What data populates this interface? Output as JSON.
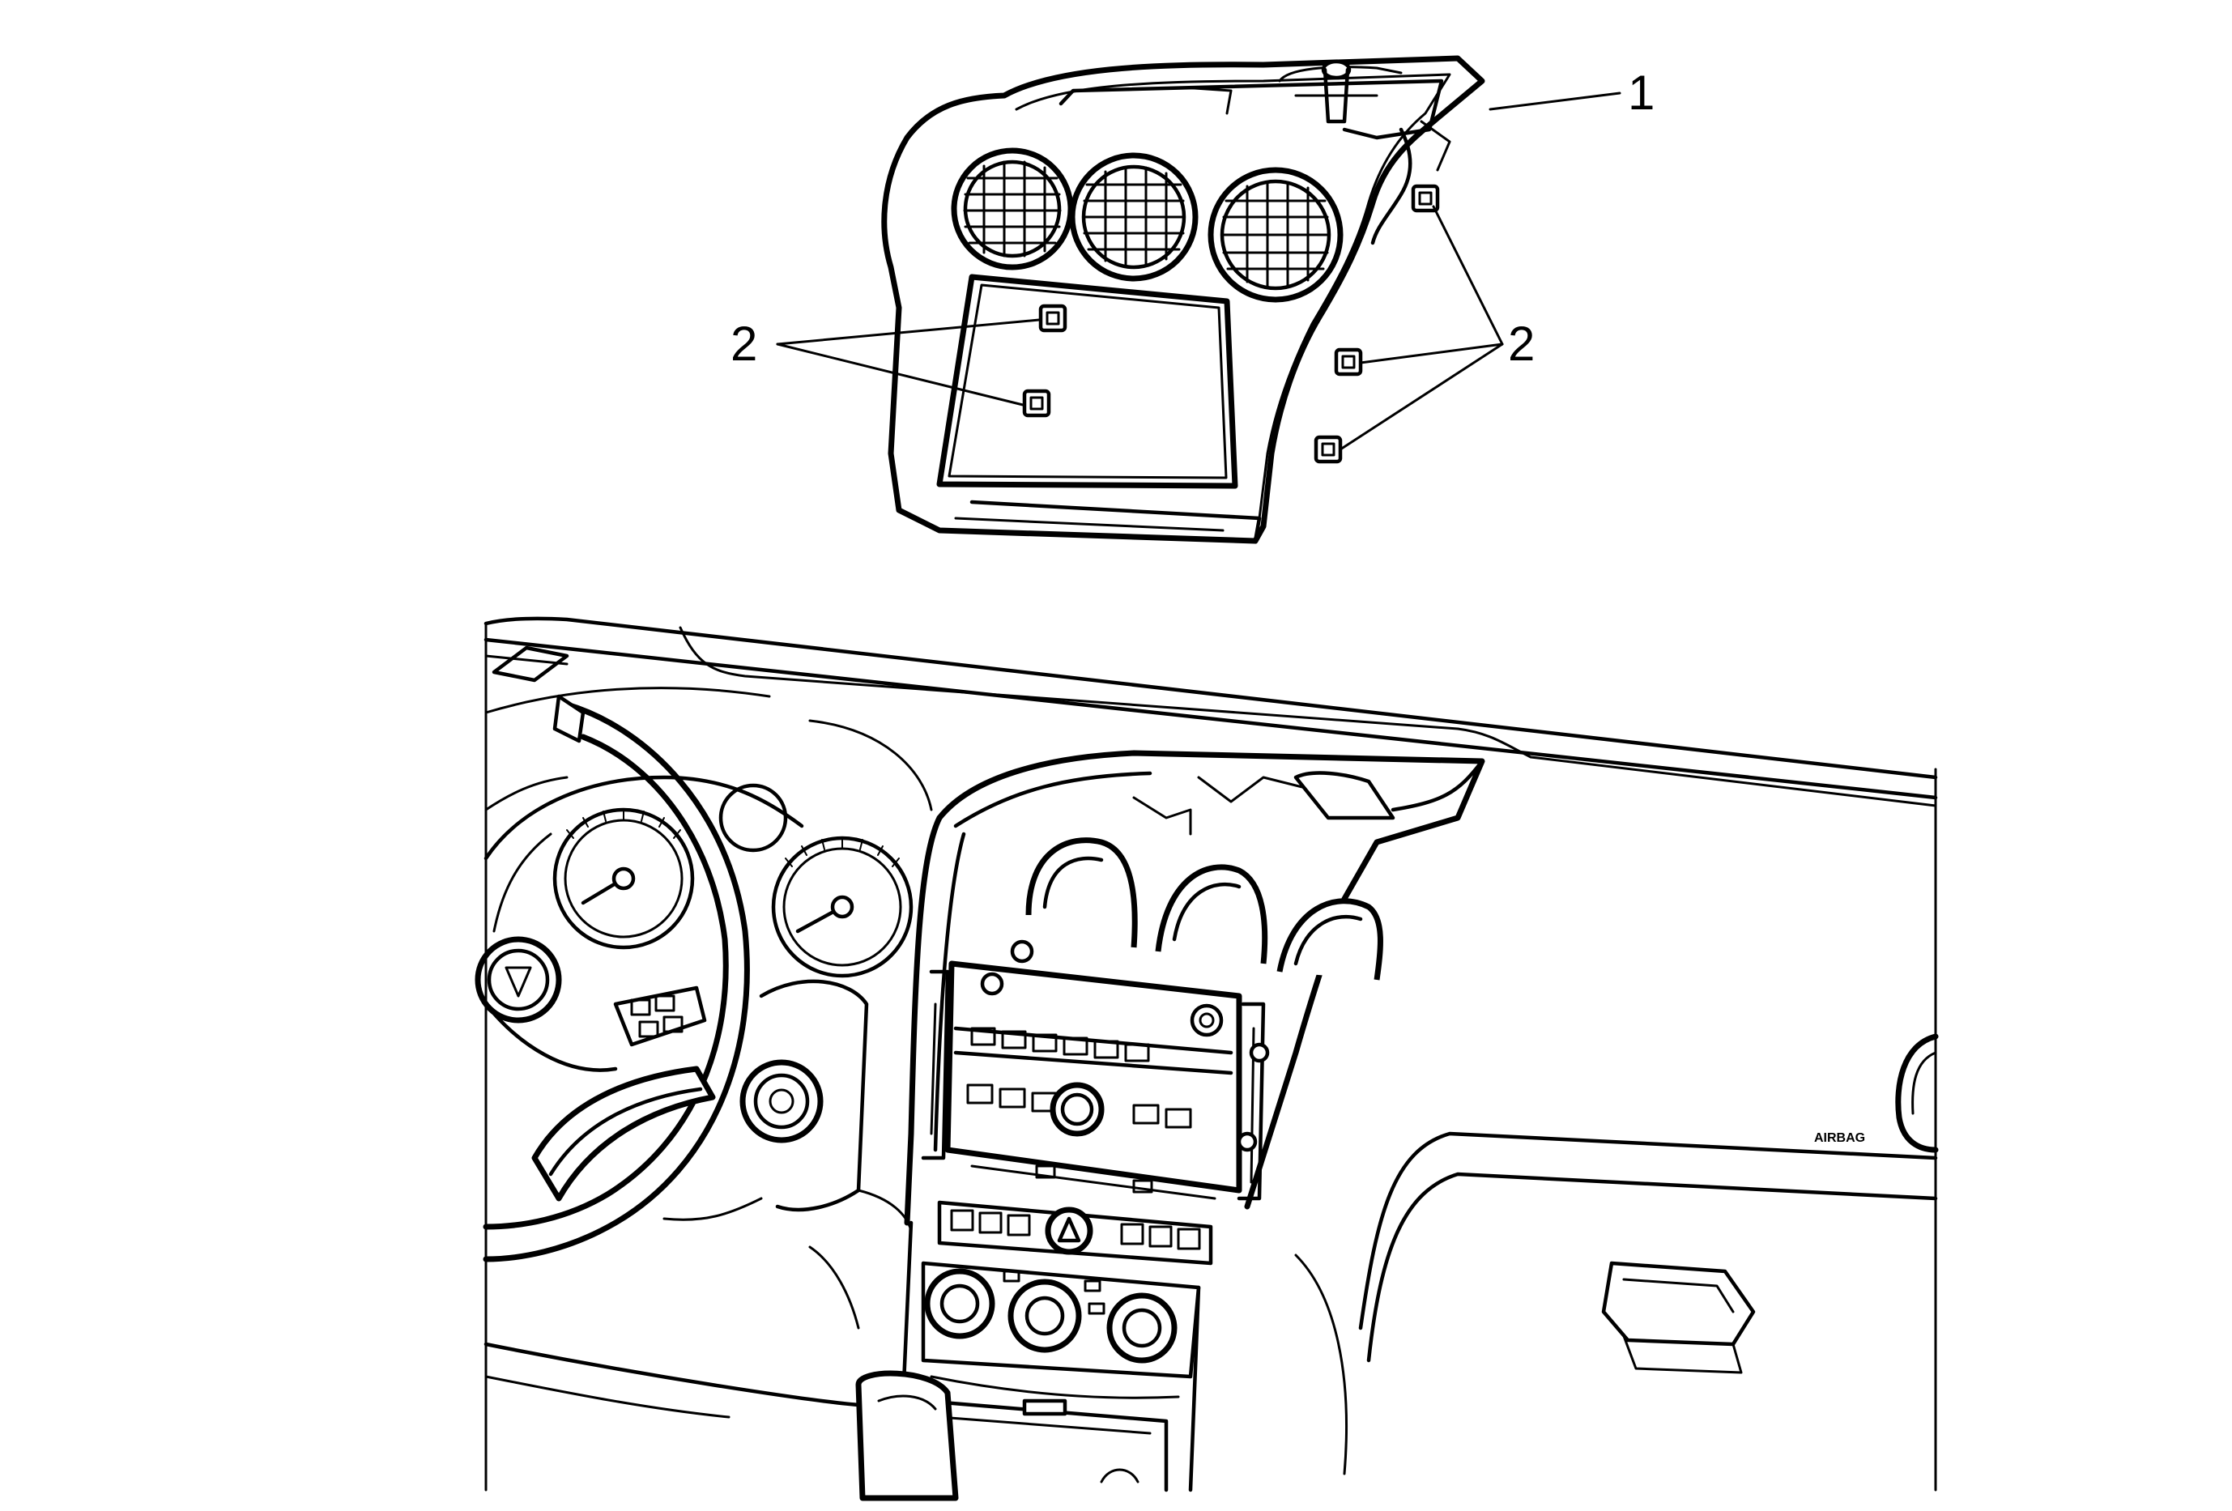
{
  "callouts": {
    "bezel": "1",
    "clips_left": "2",
    "clips_right": "2"
  },
  "dash_markings": {
    "airbag": "AIRBAG"
  }
}
